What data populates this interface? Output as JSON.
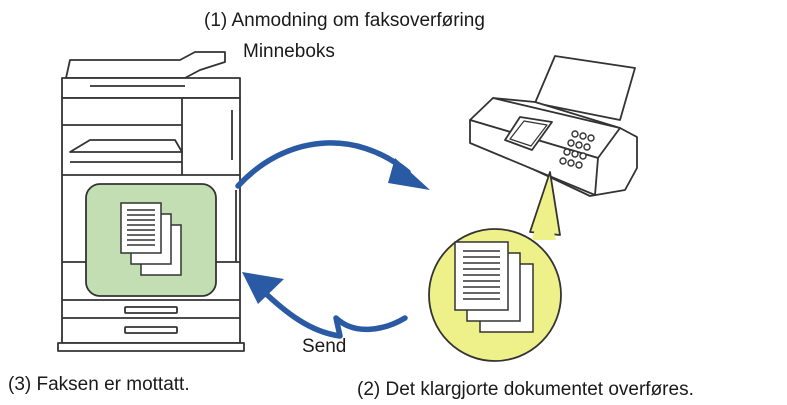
{
  "labels": {
    "fax_request": "(1) Anmodning om faksoverføring",
    "memory_box": "Minneboks",
    "send": "Send",
    "fax_received": "(3) Faksen er mottatt.",
    "document_transferred": "(2) Det klargjorte dokumentet overføres."
  },
  "colors": {
    "arrow": "#2a5aa3",
    "memory_box_fill": "#c2deb2",
    "speech_bubble_fill": "#eef08a",
    "outline": "#333333"
  },
  "icons": {
    "machine": "multifunction-printer-icon",
    "fax": "fax-machine-icon",
    "document": "document-stack-icon"
  }
}
